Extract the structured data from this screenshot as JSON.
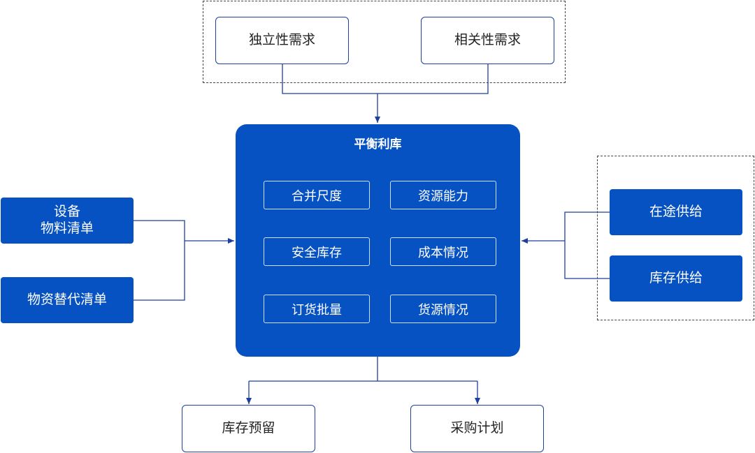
{
  "demand": {
    "independent": "独立性需求",
    "dependent": "相关性需求"
  },
  "center": {
    "title": "平衡利库",
    "items": [
      "合并尺度",
      "资源能力",
      "安全库存",
      "成本情况",
      "订货批量",
      "货源情况"
    ]
  },
  "left": {
    "bom": "设备\n物料清单",
    "substitute": "物资替代清单"
  },
  "right": {
    "in_transit": "在途供给",
    "stock": "库存供给"
  },
  "output": {
    "reserve": "库存预留",
    "purchase": "采购计划"
  },
  "colors": {
    "primary": "#0752c2",
    "line": "#1e3f9e"
  }
}
